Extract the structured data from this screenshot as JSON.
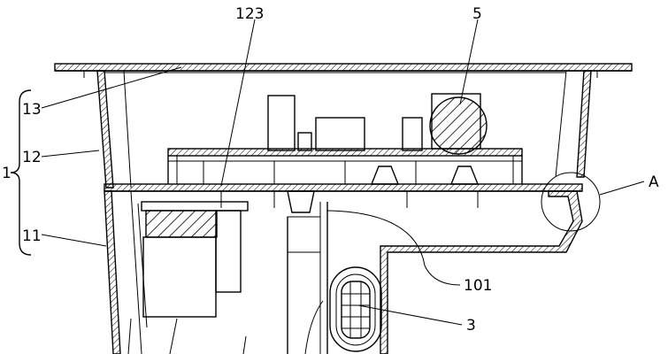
{
  "labels": {
    "l123": "123",
    "l5": "5",
    "l13": "13",
    "l12": "12",
    "l1": "1",
    "l11": "11",
    "lA": "A",
    "l101": "101",
    "l3": "3"
  }
}
